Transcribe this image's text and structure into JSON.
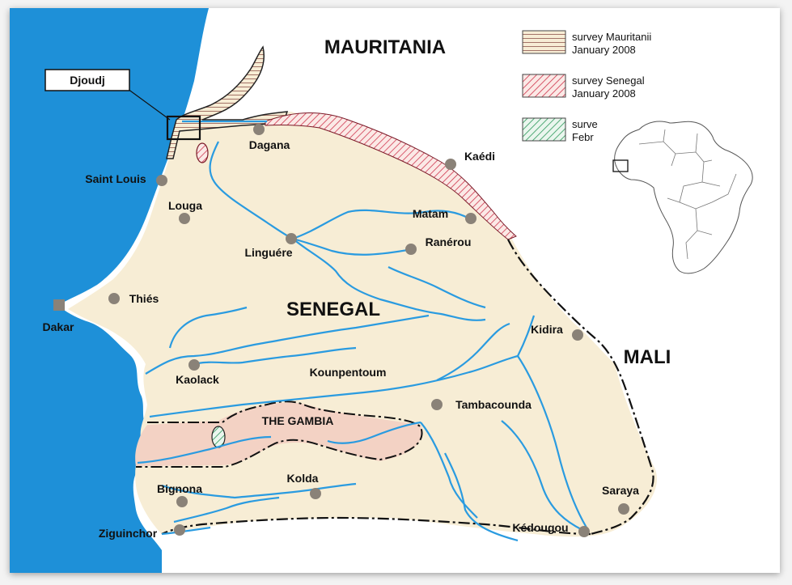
{
  "map": {
    "colors": {
      "ocean": "#1e90d8",
      "land": "#f7edd5",
      "gambia": "#f3d2c4",
      "river": "#2a9be0",
      "city_dot": "#8a8278",
      "border": "#111111",
      "hatch_mauritania": "#b07b70",
      "hatch_senegal": "#d0374f",
      "hatch_feb": "#2f9a5c"
    },
    "countries": {
      "mauritania": "MAURITANIA",
      "senegal": "SENEGAL",
      "mali": "MALI",
      "gambia": "THE GAMBIA"
    },
    "inset_label": "Djoudj",
    "cities": {
      "dagana": "Dagana",
      "kaedi": "Kaédi",
      "saint_louis": "Saint Louis",
      "louga": "Louga",
      "matam": "Matam",
      "linguere": "Linguére",
      "ranerou": "Ranérou",
      "thies": "Thiés",
      "dakar": "Dakar",
      "kidira": "Kidira",
      "kaolack": "Kaolack",
      "kounpentoum": "Kounpentoum",
      "tambacounda": "Tambacounda",
      "bignona": "Bignona",
      "kolda": "Kolda",
      "saraya": "Saraya",
      "ziguinchor": "Ziguinchor",
      "kedougou": "Kédougou"
    },
    "legend": [
      {
        "line1": "survey Mauritanii",
        "line2": "January 2008",
        "pattern": "horizontal-lines"
      },
      {
        "line1": "survey Senegal",
        "line2": "January 2008",
        "pattern": "diagonal-lines-red"
      },
      {
        "line1": "surve",
        "line2": "Febr",
        "pattern": "diagonal-lines-green"
      }
    ],
    "africa_inset": {
      "icon": "africa-outline-icon"
    }
  }
}
